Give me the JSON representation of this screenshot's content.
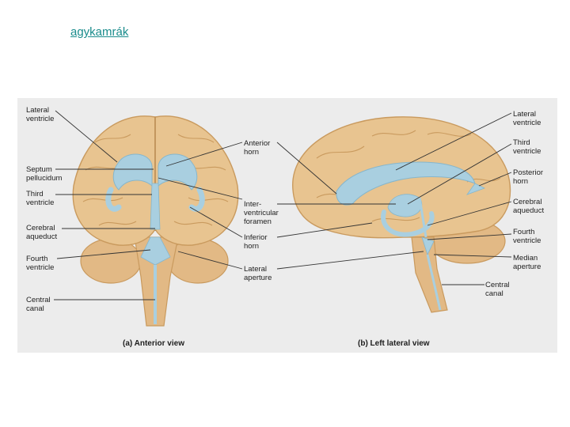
{
  "title": {
    "text": "agykamrák"
  },
  "colors": {
    "brain": "#e8c490",
    "brain_shade": "#c99a5e",
    "ventricle": "#a9cfe0",
    "figure_bg": "#ececec",
    "link": "#1a8c8c"
  },
  "diagram": {
    "captions": {
      "anterior": "(a) Anterior view",
      "lateral": "(b) Left lateral view"
    },
    "left_labels": {
      "lateral_ventricle": "Lateral\nventricle",
      "septum_pellucidum": "Septum\npellucidum",
      "third_ventricle": "Third\nventricle",
      "cerebral_aqueduct": "Cerebral\naqueduct",
      "fourth_ventricle": "Fourth\nventricle",
      "central_canal": "Central\ncanal"
    },
    "middle_labels": {
      "anterior_horn": "Anterior\nhorn",
      "interventricular_foramen": "Inter-\nventricular\nforamen",
      "inferior_horn": "Inferior\nhorn",
      "lateral_aperture": "Lateral\naperture"
    },
    "right_labels": {
      "lateral_ventricle": "Lateral\nventricle",
      "third_ventricle": "Third\nventricle",
      "posterior_horn": "Posterior\nhorn",
      "cerebral_aqueduct": "Cerebral\naqueduct",
      "fourth_ventricle": "Fourth\nventricle",
      "median_aperture": "Median\naperture",
      "central_canal": "Central\ncanal"
    }
  }
}
